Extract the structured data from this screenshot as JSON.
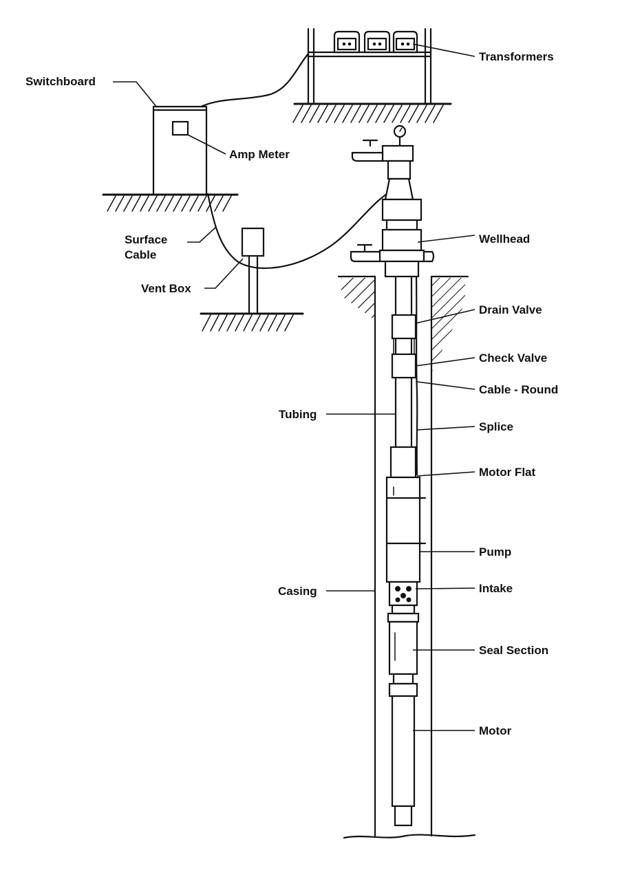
{
  "labels": {
    "transformers": "Transformers",
    "switchboard": "Switchboard",
    "amp_meter": "Amp Meter",
    "surface_cable_line1": "Surface",
    "surface_cable_line2": "Cable",
    "vent_box": "Vent Box",
    "wellhead": "Wellhead",
    "drain_valve": "Drain Valve",
    "check_valve": "Check Valve",
    "cable_round": "Cable - Round",
    "tubing": "Tubing",
    "splice": "Splice",
    "motor_flat": "Motor Flat",
    "pump": "Pump",
    "casing": "Casing",
    "intake": "Intake",
    "seal_section": "Seal Section",
    "motor": "Motor"
  }
}
